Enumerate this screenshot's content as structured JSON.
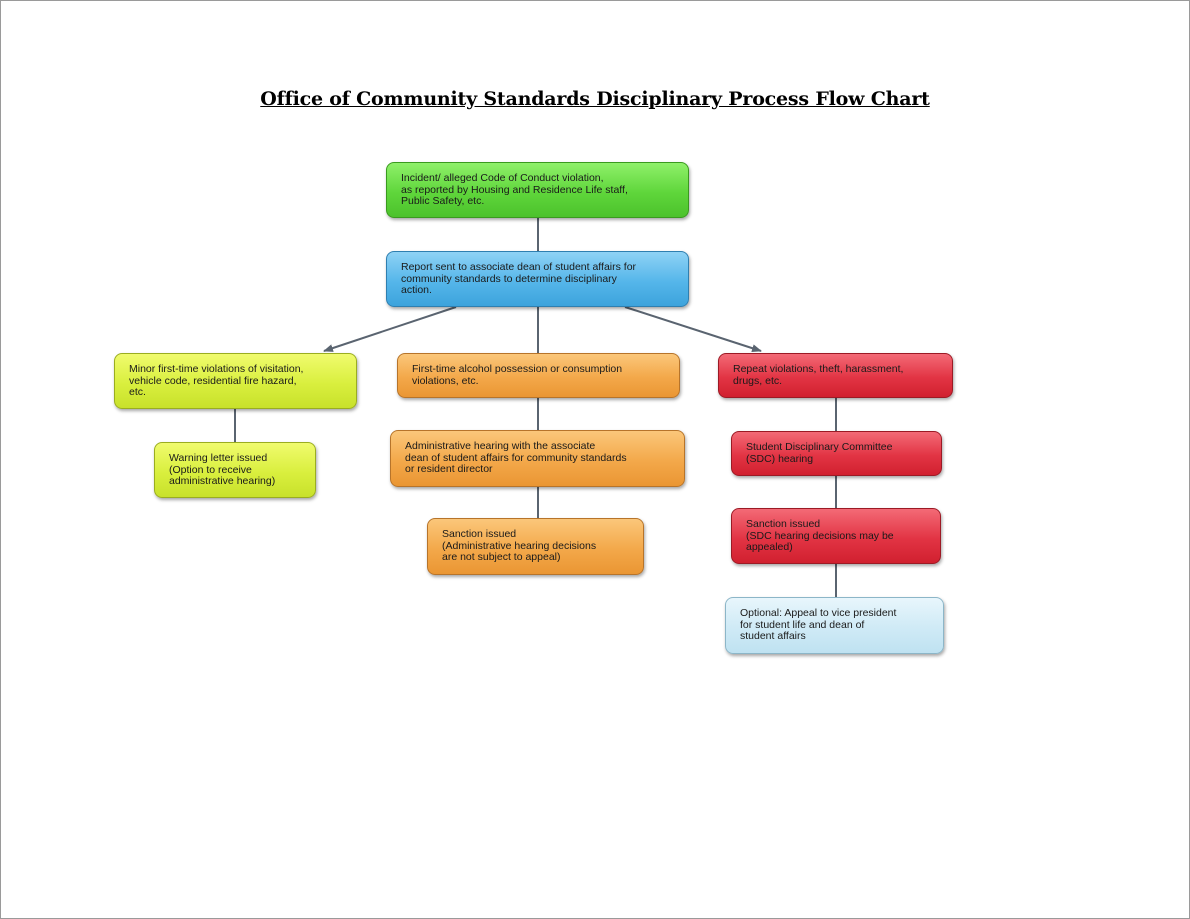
{
  "title": "Office of Community Standards Disciplinary Process Flow Chart",
  "nodes": {
    "incident": "Incident/ alleged Code of Conduct violation,\nas reported by Housing and Residence Life staff,\nPublic Safety, etc.",
    "report": "Report sent to associate dean of student affairs for\ncommunity standards to determine disciplinary\naction.",
    "minor": "Minor first-time violations of visitation,\nvehicle code, residential fire hazard,\netc.",
    "alcohol": "First-time alcohol possession or consumption\nviolations, etc.",
    "repeat": "Repeat violations, theft, harassment,\ndrugs, etc.",
    "warning": "Warning letter issued\n(Option to receive\nadministrative hearing)",
    "admin_hearing": "Administrative hearing with the associate\ndean of student affairs for community standards\nor resident director",
    "sdc_hearing": "Student Disciplinary Committee\n(SDC) hearing",
    "admin_sanction": "Sanction issued\n(Administrative hearing decisions\nare not subject to appeal)",
    "sdc_sanction": "Sanction issued\n(SDC hearing decisions may be\n appealed)",
    "appeal": "Optional: Appeal to vice president\nfor student life and dean of\nstudent affairs"
  },
  "colors": {
    "incident": "#5fd63b",
    "report": "#55b6ea",
    "minor": "#d9ef3e",
    "alcohol": "#f3a84a",
    "repeat": "#e23444",
    "appeal": "#cfeaf6",
    "connector": "#5a6470"
  }
}
